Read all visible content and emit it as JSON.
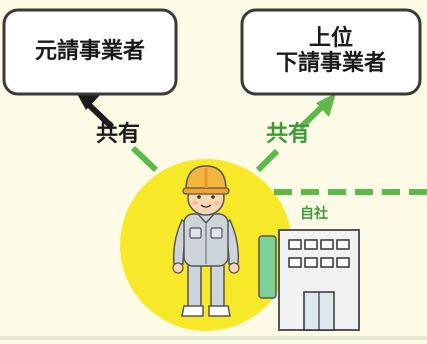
{
  "nodes": {
    "prime_contractor": {
      "label": "元請事業者"
    },
    "upper_subcontractor": {
      "line1": "上位",
      "line2": "下請事業者"
    },
    "own_company": {
      "label": "自社"
    }
  },
  "edges": {
    "share_left": {
      "label": "共有"
    },
    "share_right": {
      "label": "共有"
    }
  },
  "colors": {
    "background": "#fdfbe6",
    "highlight_circle": "#f7e92a",
    "arrow_green": "#5dba4a",
    "arrow_dark": "#1c1c1c",
    "label_green": "#3f9a3a",
    "label_dark": "#1a1a1a",
    "box_border": "#3a3a3a"
  },
  "icons": [
    "worker-illustration",
    "company-building-icon",
    "dashed-boundary-line"
  ]
}
